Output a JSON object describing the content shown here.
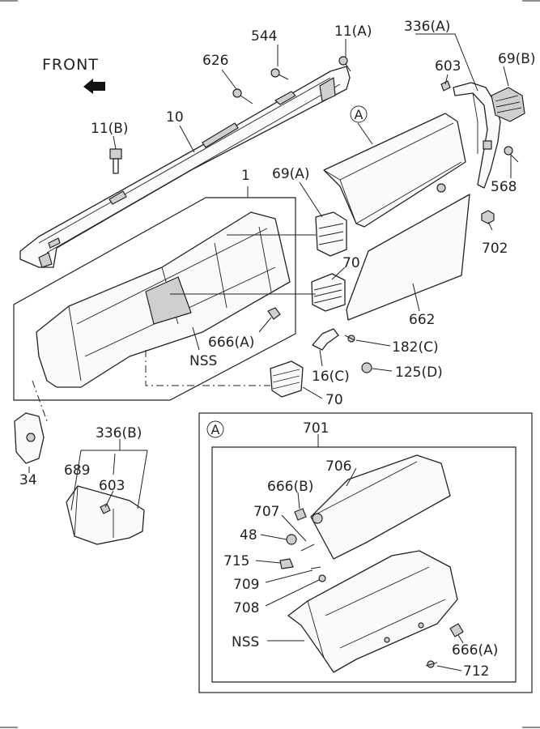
{
  "front_label": "FRONT",
  "callouts": {
    "c_544": "544",
    "c_11a": "11(A)",
    "c_336a": "336(A)",
    "c_626": "626",
    "c_603_top": "603",
    "c_69b": "69(B)",
    "c_11b": "11(B)",
    "c_10": "10",
    "c_1": "1",
    "c_69a": "69(A)",
    "c_568": "568",
    "c_702": "702",
    "c_70_upper": "70",
    "c_662": "662",
    "c_666a_main": "666(A)",
    "c_nss_main": "NSS",
    "c_182c": "182(C)",
    "c_16c": "16(C)",
    "c_125d": "125(D)",
    "c_70_lower": "70",
    "c_34": "34",
    "c_336b": "336(B)",
    "c_689": "689",
    "c_603_low": "603"
  },
  "inset": {
    "marker": "A",
    "c_701": "701",
    "c_706": "706",
    "c_666b": "666(B)",
    "c_707": "707",
    "c_48": "48",
    "c_715": "715",
    "c_709": "709",
    "c_708": "708",
    "c_nss": "NSS",
    "c_666a": "666(A)",
    "c_712": "712"
  },
  "marker_top": "A"
}
